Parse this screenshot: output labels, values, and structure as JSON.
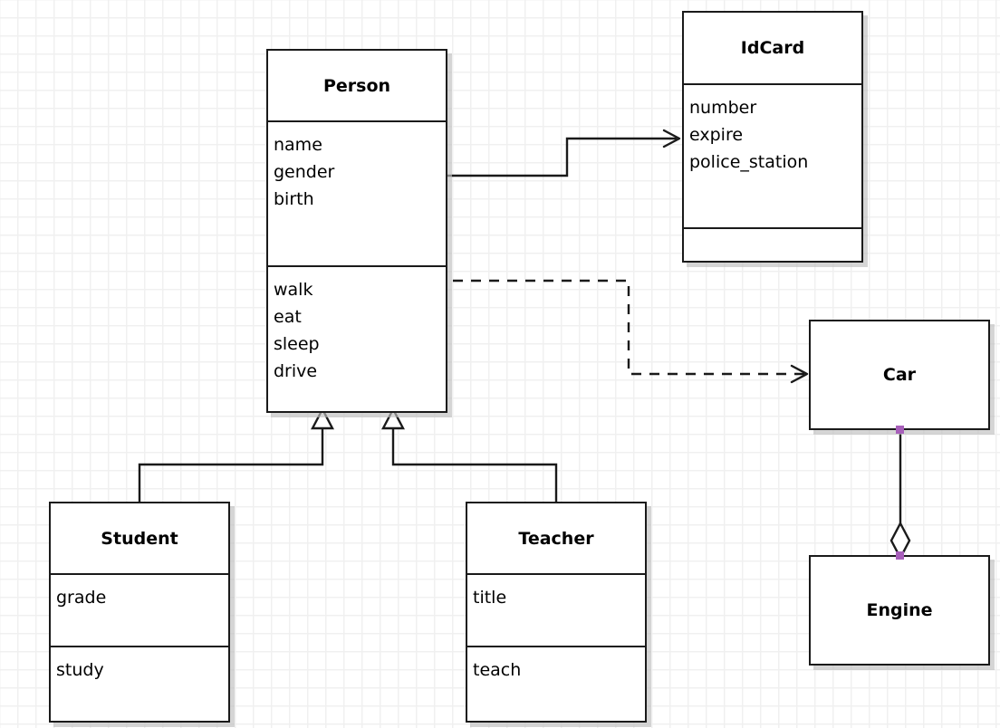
{
  "diagram": {
    "type": "uml-class-diagram",
    "background": "#ffffff",
    "grid_color": "#f0f0f0",
    "grid_size": 20,
    "line_color": "#1a1a1a",
    "handle_color": "#a75fba",
    "shadow_color": "#bebebe"
  },
  "classes": {
    "person": {
      "name": "Person",
      "attributes": [
        "name",
        "gender",
        "birth"
      ],
      "operations": [
        "walk",
        "eat",
        "sleep",
        "drive"
      ]
    },
    "idcard": {
      "name": "IdCard",
      "attributes": [
        "number",
        "expire",
        "police_station"
      ],
      "operations": []
    },
    "student": {
      "name": "Student",
      "attributes": [
        "grade"
      ],
      "operations": [
        "study"
      ]
    },
    "teacher": {
      "name": "Teacher",
      "attributes": [
        "title"
      ],
      "operations": [
        "teach"
      ]
    },
    "car": {
      "name": "Car",
      "attributes": [],
      "operations": []
    },
    "engine": {
      "name": "Engine",
      "attributes": [],
      "operations": []
    }
  },
  "relations": [
    {
      "id": "person-idcard",
      "kind": "association",
      "from": "Person",
      "to": "IdCard",
      "style": "solid",
      "arrowhead": "open"
    },
    {
      "id": "person-car",
      "kind": "dependency",
      "from": "Person",
      "to": "Car",
      "style": "dashed",
      "arrowhead": "open"
    },
    {
      "id": "student-person",
      "kind": "generalization",
      "from": "Student",
      "to": "Person",
      "style": "solid",
      "arrowhead": "hollow-triangle"
    },
    {
      "id": "teacher-person",
      "kind": "generalization",
      "from": "Teacher",
      "to": "Person",
      "style": "solid",
      "arrowhead": "hollow-triangle"
    },
    {
      "id": "car-engine",
      "kind": "aggregation",
      "from": "Car",
      "to": "Engine",
      "style": "solid",
      "arrowhead": "hollow-diamond"
    }
  ]
}
